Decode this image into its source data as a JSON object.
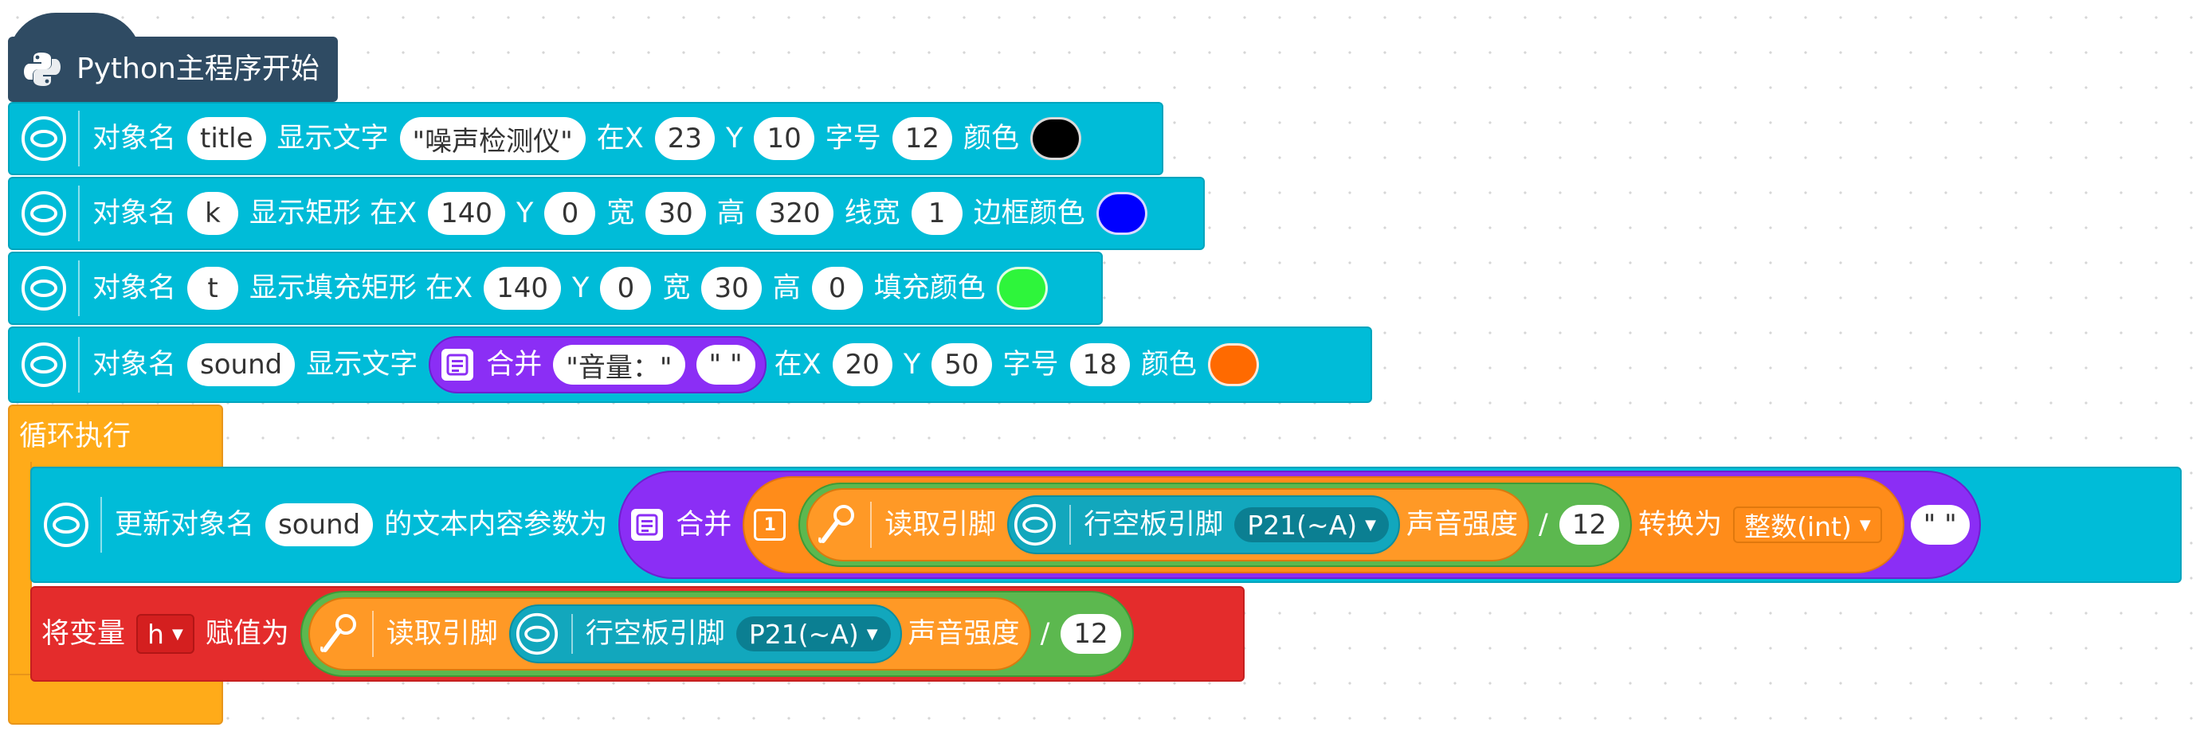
{
  "hat": {
    "label": "Python主程序开始"
  },
  "row1": {
    "obj_label": "对象名",
    "obj_value": "title",
    "action": "显示文字",
    "text_value": "\"噪声检测仪\"",
    "x_label": "在X",
    "x_value": "23",
    "y_label": "Y",
    "y_value": "10",
    "size_label": "字号",
    "size_value": "12",
    "color_label": "颜色",
    "color": "#000000"
  },
  "row2": {
    "obj_label": "对象名",
    "obj_value": "k",
    "action": "显示矩形 在X",
    "x_value": "140",
    "y_label": "Y",
    "y_value": "0",
    "w_label": "宽",
    "w_value": "30",
    "h_label": "高",
    "h_value": "320",
    "line_label": "线宽",
    "line_value": "1",
    "border_label": "边框颜色",
    "color": "#0000ff"
  },
  "row3": {
    "obj_label": "对象名",
    "obj_value": "t",
    "action": "显示填充矩形 在X",
    "x_value": "140",
    "y_label": "Y",
    "y_value": "0",
    "w_label": "宽",
    "w_value": "30",
    "h_label": "高",
    "h_value": "0",
    "fill_label": "填充颜色",
    "color": "#2ef53b"
  },
  "row4": {
    "obj_label": "对象名",
    "obj_value": "sound",
    "action": "显示文字",
    "merge_label": "合并",
    "merge_a": "\"音量：\"",
    "merge_b": "\"  \"",
    "x_label": "在X",
    "x_value": "20",
    "y_label": "Y",
    "y_value": "50",
    "size_label": "字号",
    "size_value": "18",
    "color_label": "颜色",
    "color": "#ff6a00"
  },
  "loop": {
    "label": "循环执行"
  },
  "update": {
    "label_a": "更新对象名",
    "obj_value": "sound",
    "label_b": "的文本内容参数为",
    "merge_label": "合并",
    "read_label": "读取引脚",
    "board_label": "行空板引脚",
    "pin_value": "P21(~A)",
    "sound_label": "声音强度",
    "div_op": "/",
    "div_value": "12",
    "convert_label": "转换为",
    "convert_value": "整数(int)",
    "tail_value": "\"  \""
  },
  "assign": {
    "label_a": "将变量",
    "var_value": "h",
    "label_b": "赋值为",
    "read_label": "读取引脚",
    "board_label": "行空板引脚",
    "pin_value": "P21(~A)",
    "sound_label": "声音强度",
    "div_op": "/",
    "div_value": "12"
  }
}
